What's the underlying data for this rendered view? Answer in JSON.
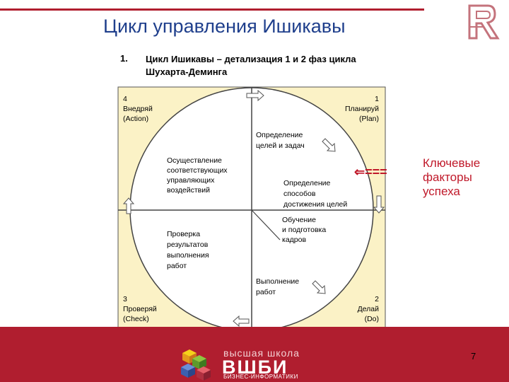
{
  "slide": {
    "title": "Цикл управления Ишикавы",
    "item_number": "1.",
    "item_text_line1": "Цикл Ишикавы – детализация 1 и 2 фаз цикла",
    "item_text_line2": "Шухарта-Деминга",
    "page_number": "7"
  },
  "quadrants": {
    "q4": {
      "num": "4",
      "name": "Внедряй",
      "en": "(Action)"
    },
    "q1": {
      "num": "1",
      "name": "Планируй",
      "en": "(Plan)"
    },
    "q3": {
      "num": "3",
      "name": "Проверяй",
      "en": "(Check)"
    },
    "q2": {
      "num": "2",
      "name": "Делай",
      "en": "(Do)"
    }
  },
  "steps": {
    "goals": [
      "Определение",
      "целей и задач"
    ],
    "methods": [
      "Определение",
      "способов",
      "достижения целей"
    ],
    "training": [
      "Обучение",
      "и подготовка",
      "кадров"
    ],
    "execution": [
      "Выполнение",
      "работ"
    ],
    "check": [
      "Проверка",
      "результатов",
      "выполнения",
      "работ"
    ],
    "implement": [
      "Осуществление",
      "соответствующих",
      "управляющих",
      "воздействий"
    ]
  },
  "key_factors": {
    "arrow": "⇐===",
    "lines": [
      "Ключевые",
      "факторы",
      "успеха"
    ]
  },
  "branding": {
    "top": "высшая школа",
    "mid": "ВШБИ",
    "bottom": "БИЗНЕС-ИНФОРМАТИКИ"
  },
  "colors": {
    "accent_red": "#b01e2f",
    "title_blue": "#1f3f8c",
    "panel_yellow": "#fbf2c6",
    "key_factor_red": "#c0192a"
  }
}
